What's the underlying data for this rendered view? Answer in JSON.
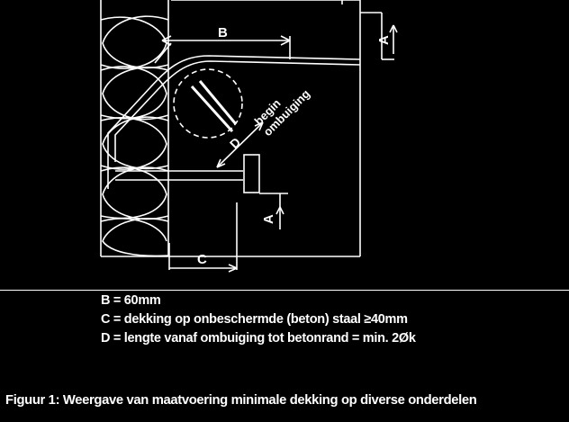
{
  "diagram": {
    "labels": {
      "B": "B",
      "A_top": "A",
      "A_bottom": "A",
      "C": "C",
      "D": "D",
      "begin": "begin",
      "ombuiging": "ombuiging"
    },
    "legend": [
      "B = 60mm",
      "C = dekking op onbeschermde (beton) staal ≥40mm",
      "D = lengte vanaf ombuiging tot betonrand = min. 2Øk"
    ],
    "caption": "Figuur 1: Weergave van maatvoering minimale dekking op diverse onderdelen"
  }
}
